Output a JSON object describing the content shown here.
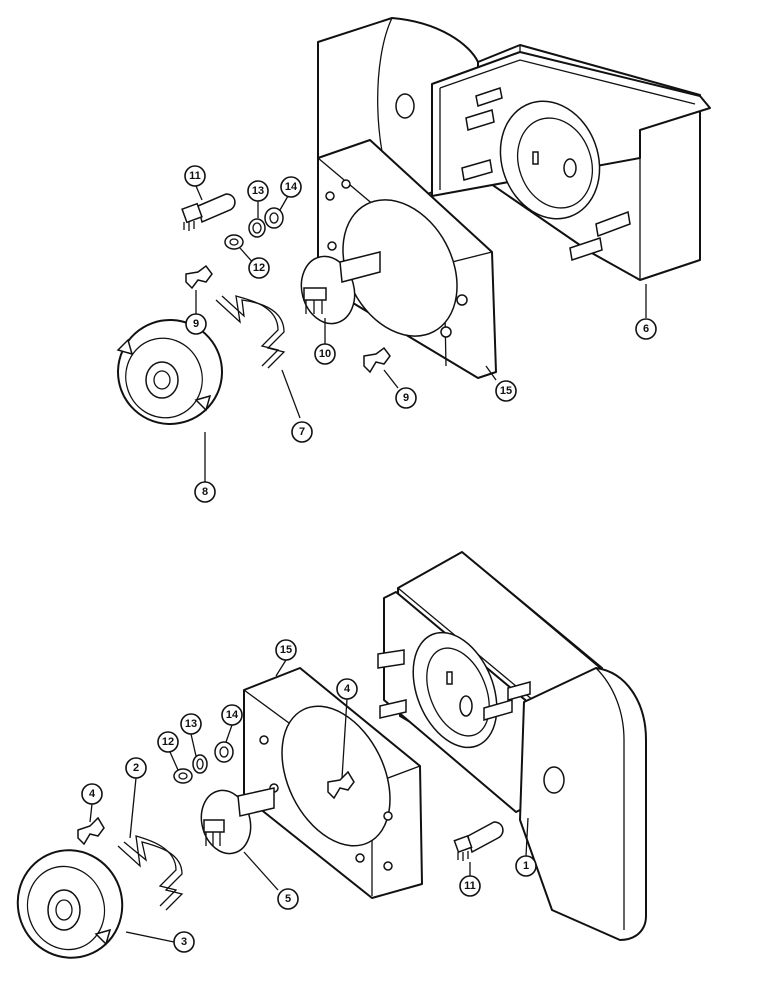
{
  "colors": {
    "line": "#111111",
    "background": "#ffffff"
  },
  "callouts": [
    {
      "id": "top-11",
      "label": "11"
    },
    {
      "id": "top-13",
      "label": "13"
    },
    {
      "id": "top-14",
      "label": "14"
    },
    {
      "id": "top-12",
      "label": "12"
    },
    {
      "id": "top-9a",
      "label": "9"
    },
    {
      "id": "top-10",
      "label": "10"
    },
    {
      "id": "top-9b",
      "label": "9"
    },
    {
      "id": "top-15",
      "label": "15"
    },
    {
      "id": "top-6",
      "label": "6"
    },
    {
      "id": "top-7",
      "label": "7"
    },
    {
      "id": "top-8",
      "label": "8"
    },
    {
      "id": "bot-15",
      "label": "15"
    },
    {
      "id": "bot-4a",
      "label": "4"
    },
    {
      "id": "bot-2",
      "label": "2"
    },
    {
      "id": "bot-12",
      "label": "12"
    },
    {
      "id": "bot-13",
      "label": "13"
    },
    {
      "id": "bot-14",
      "label": "14"
    },
    {
      "id": "bot-4b",
      "label": "4"
    },
    {
      "id": "bot-5",
      "label": "5"
    },
    {
      "id": "bot-3",
      "label": "3"
    },
    {
      "id": "bot-11",
      "label": "11"
    },
    {
      "id": "bot-1",
      "label": "1"
    }
  ]
}
